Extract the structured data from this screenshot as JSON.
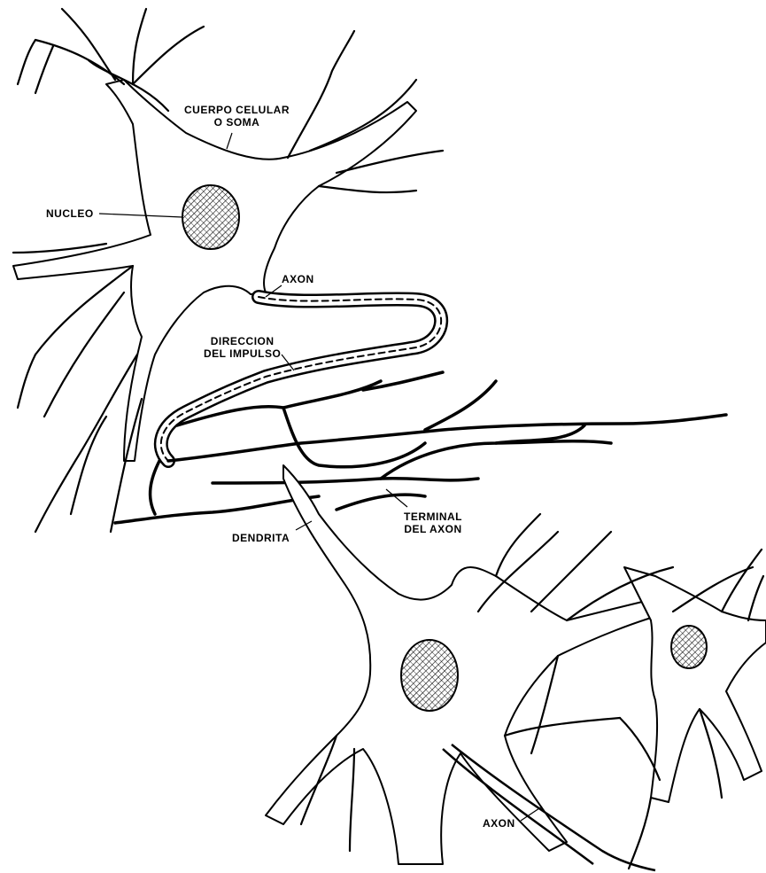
{
  "labels": {
    "soma": [
      "CUERPO CELULAR",
      "O SOMA"
    ],
    "nucleus": "NUCLEO",
    "axon_top": "AXON",
    "impulse": [
      "DIRECCION",
      "DEL IMPULSO"
    ],
    "terminal": [
      "TERMINAL",
      "DEL AXON"
    ],
    "dendrite": "DENDRITA",
    "axon_bottom": "AXON"
  },
  "colors": {
    "ink": "#000000",
    "paper": "#ffffff"
  }
}
